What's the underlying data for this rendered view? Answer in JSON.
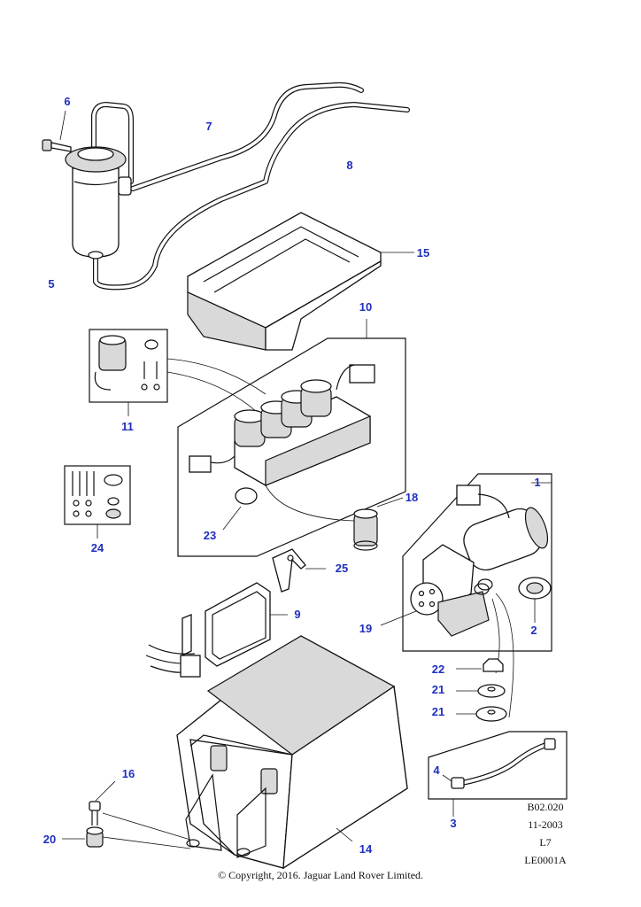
{
  "callouts": [
    {
      "id": "c1",
      "label": "1"
    },
    {
      "id": "c2",
      "label": "2"
    },
    {
      "id": "c3",
      "label": "3"
    },
    {
      "id": "c4",
      "label": "4"
    },
    {
      "id": "c5",
      "label": "5"
    },
    {
      "id": "c6",
      "label": "6"
    },
    {
      "id": "c7",
      "label": "7"
    },
    {
      "id": "c8",
      "label": "8"
    },
    {
      "id": "c9",
      "label": "9"
    },
    {
      "id": "c10",
      "label": "10"
    },
    {
      "id": "c11",
      "label": "11"
    },
    {
      "id": "c14",
      "label": "14"
    },
    {
      "id": "c15",
      "label": "15"
    },
    {
      "id": "c16",
      "label": "16"
    },
    {
      "id": "c18",
      "label": "18"
    },
    {
      "id": "c19",
      "label": "19"
    },
    {
      "id": "c20",
      "label": "20"
    },
    {
      "id": "c21a",
      "label": "21"
    },
    {
      "id": "c21b",
      "label": "21"
    },
    {
      "id": "c22",
      "label": "22"
    },
    {
      "id": "c23",
      "label": "23"
    },
    {
      "id": "c24",
      "label": "24"
    },
    {
      "id": "c25",
      "label": "25"
    }
  ],
  "reference": {
    "code": "B02.020",
    "date": "11-2003",
    "sheet": "L7",
    "illustration": "LE0001A"
  },
  "copyright": "© Copyright, 2016. Jaguar Land Rover Limited.",
  "colors": {
    "callout": "#1f2fbf",
    "line": "#111111"
  }
}
